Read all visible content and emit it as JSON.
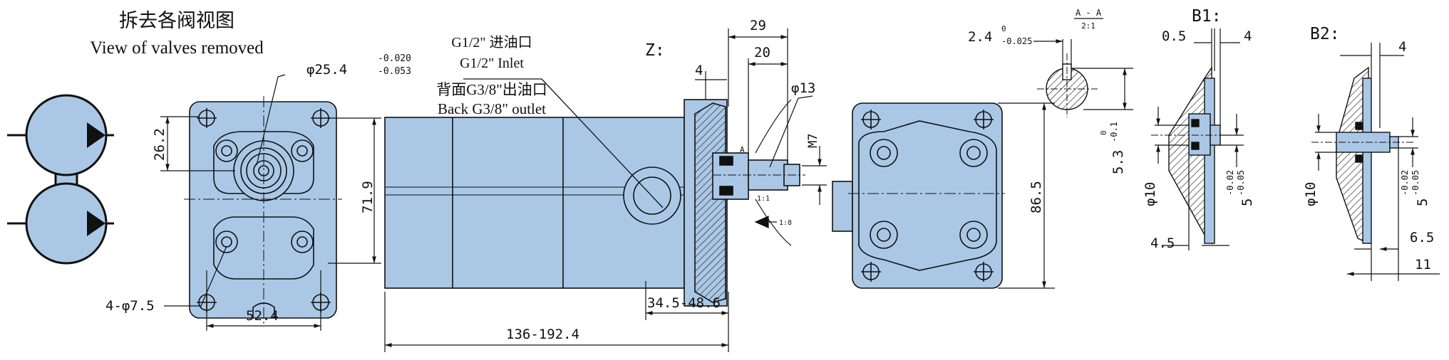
{
  "colors": {
    "part_fill": "#aac8e6",
    "line": "#111111",
    "background": "#ffffff"
  },
  "labels": {
    "title_cn": "拆去各阀视图",
    "title_en": "View of valves removed",
    "inlet_cn": "G1/2\" 进油口",
    "inlet_en": "G1/2\" Inlet",
    "outlet_cn": "背面G3/8\"出油口",
    "outlet_en": "Back G3/8\" outlet",
    "view_z": "Z:",
    "view_b1": "B1:",
    "view_b2": "B2:",
    "section_aa": "A - A",
    "section_scale": "2:1",
    "mark_a": "A"
  },
  "dims": {
    "shaft_dia": "φ25.4",
    "shaft_tol_upper": "-0.020",
    "shaft_tol_lower": "-0.053",
    "d_26_2": "26.2",
    "d_71_9": "71.9",
    "d_52_4": "52.4",
    "d_holes": "4-φ7.5",
    "d_136": "136-192.4",
    "d_34_5": "34.5-48.6",
    "d_29": "29",
    "d_20": "20",
    "d_4": "4",
    "d_phi13": "φ13",
    "d_m7": "M7",
    "d_86_5": "86.5",
    "key_width": "2.4",
    "key_tol_upper": "0",
    "key_tol_lower": "-0.025",
    "key_height": "5.3",
    "key_h_tol_upper": "0",
    "key_h_tol_lower": "-0.1",
    "b1_0_5": "0.5",
    "b1_4": "4",
    "b1_phi10": "φ10",
    "b1_5": "5",
    "b1_5_tol_upper": "-0.02",
    "b1_5_tol_lower": "-0.05",
    "b1_4_5": "4.5",
    "b2_4": "4",
    "b2_phi10": "φ10",
    "b2_5": "5",
    "b2_5_tol_upper": "-0.02",
    "b2_5_tol_lower": "-0.05",
    "b2_6_5": "6.5",
    "b2_11": "11",
    "taper": "1:8",
    "taper2": "1:1"
  }
}
